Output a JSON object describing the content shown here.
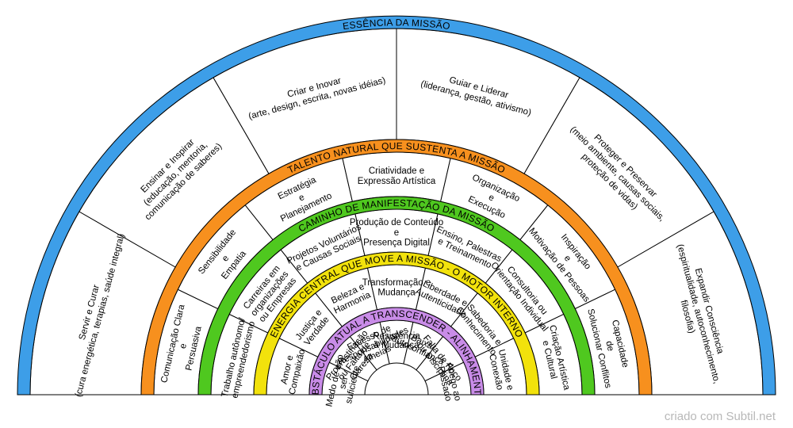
{
  "colors": {
    "essencia": "#3d9ee8",
    "talento": "#f7901e",
    "caminho": "#4fc81f",
    "energia": "#f2e20c",
    "obstaculo": "#c98ce8",
    "segment_fill": "#ffffff",
    "stroke": "#000000"
  },
  "rings": [
    {
      "id": "essencia",
      "band_label": "ESSÊNCIA DA MISSÃO",
      "segments": [
        [
          "Servir e Curar",
          "(cura energética, terapias, saúde integral)"
        ],
        [
          "Ensinar e Inspirar",
          "(educação, mentoria,",
          "comunicação de saberes)"
        ],
        [
          "Criar e Inovar",
          "(arte, design, escrita, novas idéias)"
        ],
        [
          "Guiar e Liderar",
          "(liderança, gestão, ativismo)"
        ],
        [
          "Proteger e Preservar",
          "(meio ambiente, causas sociais,",
          "proteção de vidas)"
        ],
        [
          "Expandir Consciência",
          "(espiritualidade, autoconhecimento,",
          "filosofia)"
        ]
      ]
    },
    {
      "id": "talento",
      "band_label": "TALENTO NATURAL QUE SUSTENTA A MISSÃO",
      "segments": [
        [
          "Comunicação Clara",
          "e",
          "Persuasiva"
        ],
        [
          "Sensibilidade",
          "e",
          "Empatia"
        ],
        [
          "Estratégia",
          "e",
          "Planejamento"
        ],
        [
          "Criatividade e",
          "Expressão Artística"
        ],
        [
          "Organização",
          "e",
          "Execução"
        ],
        [
          "Inspiração",
          "e",
          "Motivação de Pessoas"
        ],
        [
          "Capacidade",
          "de",
          "Solucionar Conflitos"
        ]
      ]
    },
    {
      "id": "caminho",
      "band_label": "CAMINHO DE MANIFESTAÇÃO DA MISSÃO",
      "segments": [
        [
          "Trabalho autônomo/",
          "empreendedorismo"
        ],
        [
          "Carreiras em",
          "organizações",
          "ou Empresas"
        ],
        [
          "Projetos Voluntários",
          "e Causas Sociais"
        ],
        [
          "Produção de Conteúdo",
          "e",
          "Presença Digital"
        ],
        [
          "Ensino, Palestras",
          "e Treinamento"
        ],
        [
          "Consultoria ou",
          "Orientação Individual"
        ],
        [
          "Criação Artística",
          "e Cultural"
        ]
      ]
    },
    {
      "id": "energia",
      "band_label": "ENERGIA CENTRAL QUE MOVE A MISSÃO - O MOTOR INTERNO",
      "segments": [
        [
          "Amor e",
          "Compaixão"
        ],
        [
          "Justiça e",
          "Verdade"
        ],
        [
          "Beleza e",
          "Harmonia"
        ],
        [
          "Transformação e",
          "Mudança"
        ],
        [
          "Liberdade e",
          "Autenticidade"
        ],
        [
          "Sabedoria e",
          "Conhecimento"
        ],
        [
          "Unidade e",
          "Conexão"
        ]
      ]
    },
    {
      "id": "obstaculo",
      "band_label": "OBSTÁCULO ATUAL A TRANSCENDER - ALINHAMENTO",
      "segments": [
        [
          "Medo de não",
          "ser",
          "suficiente"
        ],
        [
          "Procrastinação",
          "ou Falta de",
          "Clareza"
        ],
        [
          "Excesso de",
          "Responsabilidades",
          "Alheias"
        ],
        [
          "Resistência",
          "à Mudança"
        ],
        [
          "Baixa",
          "autoconfiança"
        ],
        [
          "Falta de Foco",
          "ou Disciplina"
        ],
        [
          "Apego ao",
          "Passado"
        ]
      ]
    }
  ],
  "footer": {
    "credit": "criado com Subtil.net"
  }
}
